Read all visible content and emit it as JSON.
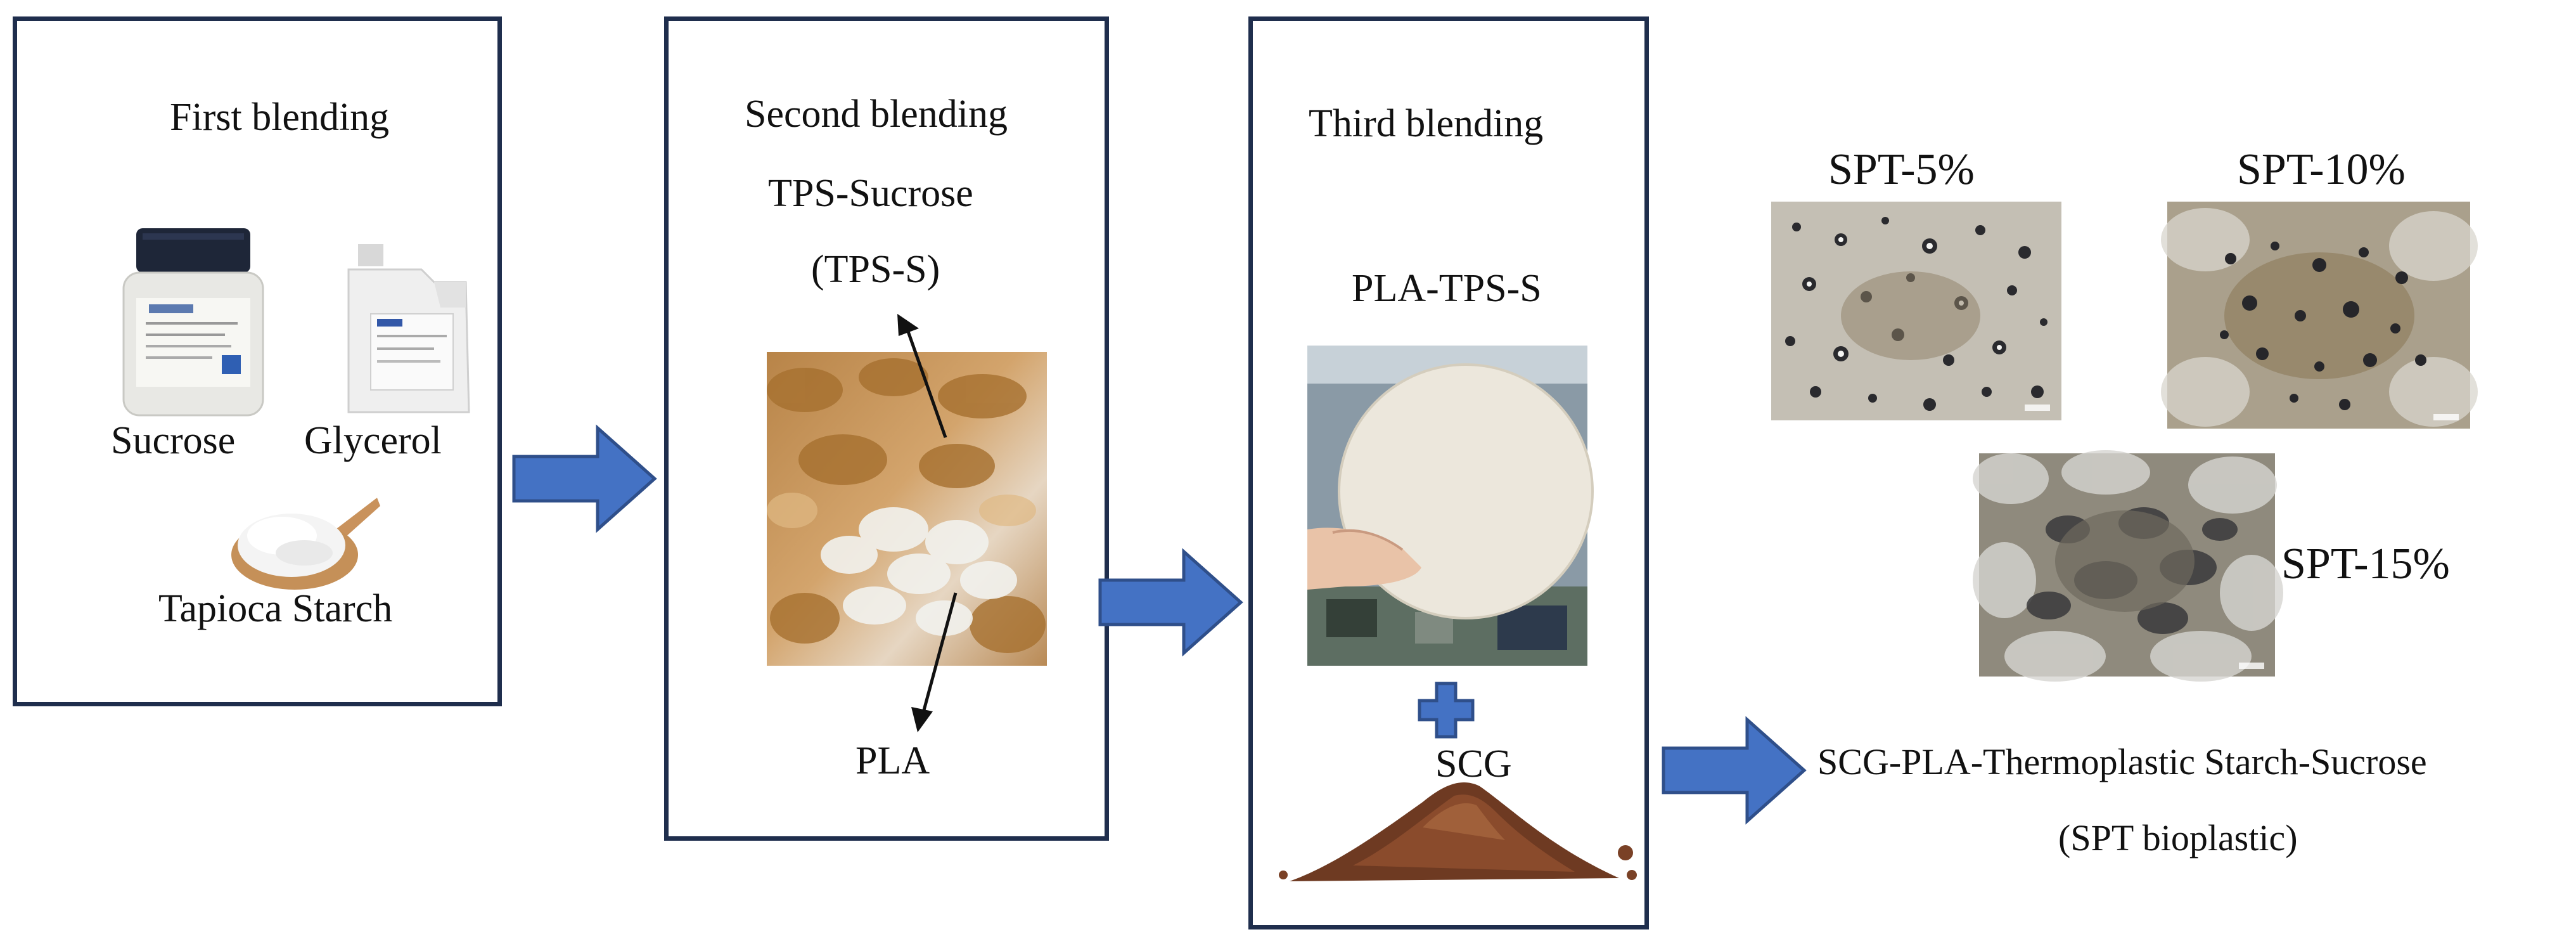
{
  "stages": {
    "first": {
      "title": "First blending",
      "sucrose": "Sucrose",
      "glycerol": "Glycerol",
      "starch": "Tapioca Starch"
    },
    "second": {
      "title": "Second blending",
      "tps_name": "TPS-Sucrose",
      "tps_abbr": "(TPS-S)",
      "pla": "PLA"
    },
    "third": {
      "title": "Third blending",
      "blend": "PLA-TPS-S",
      "scg": "SCG"
    }
  },
  "samples": {
    "s5": "SPT-5%",
    "s10": "SPT-10%",
    "s15": "SPT-15%"
  },
  "product": {
    "name": "SCG-PLA-Thermoplastic Starch-Sucrose",
    "abbr": "(SPT bioplastic)"
  },
  "colors": {
    "panel_border": "#1f2e4d",
    "arrow_fill": "#4472c4",
    "arrow_stroke": "#2f4f8a"
  }
}
